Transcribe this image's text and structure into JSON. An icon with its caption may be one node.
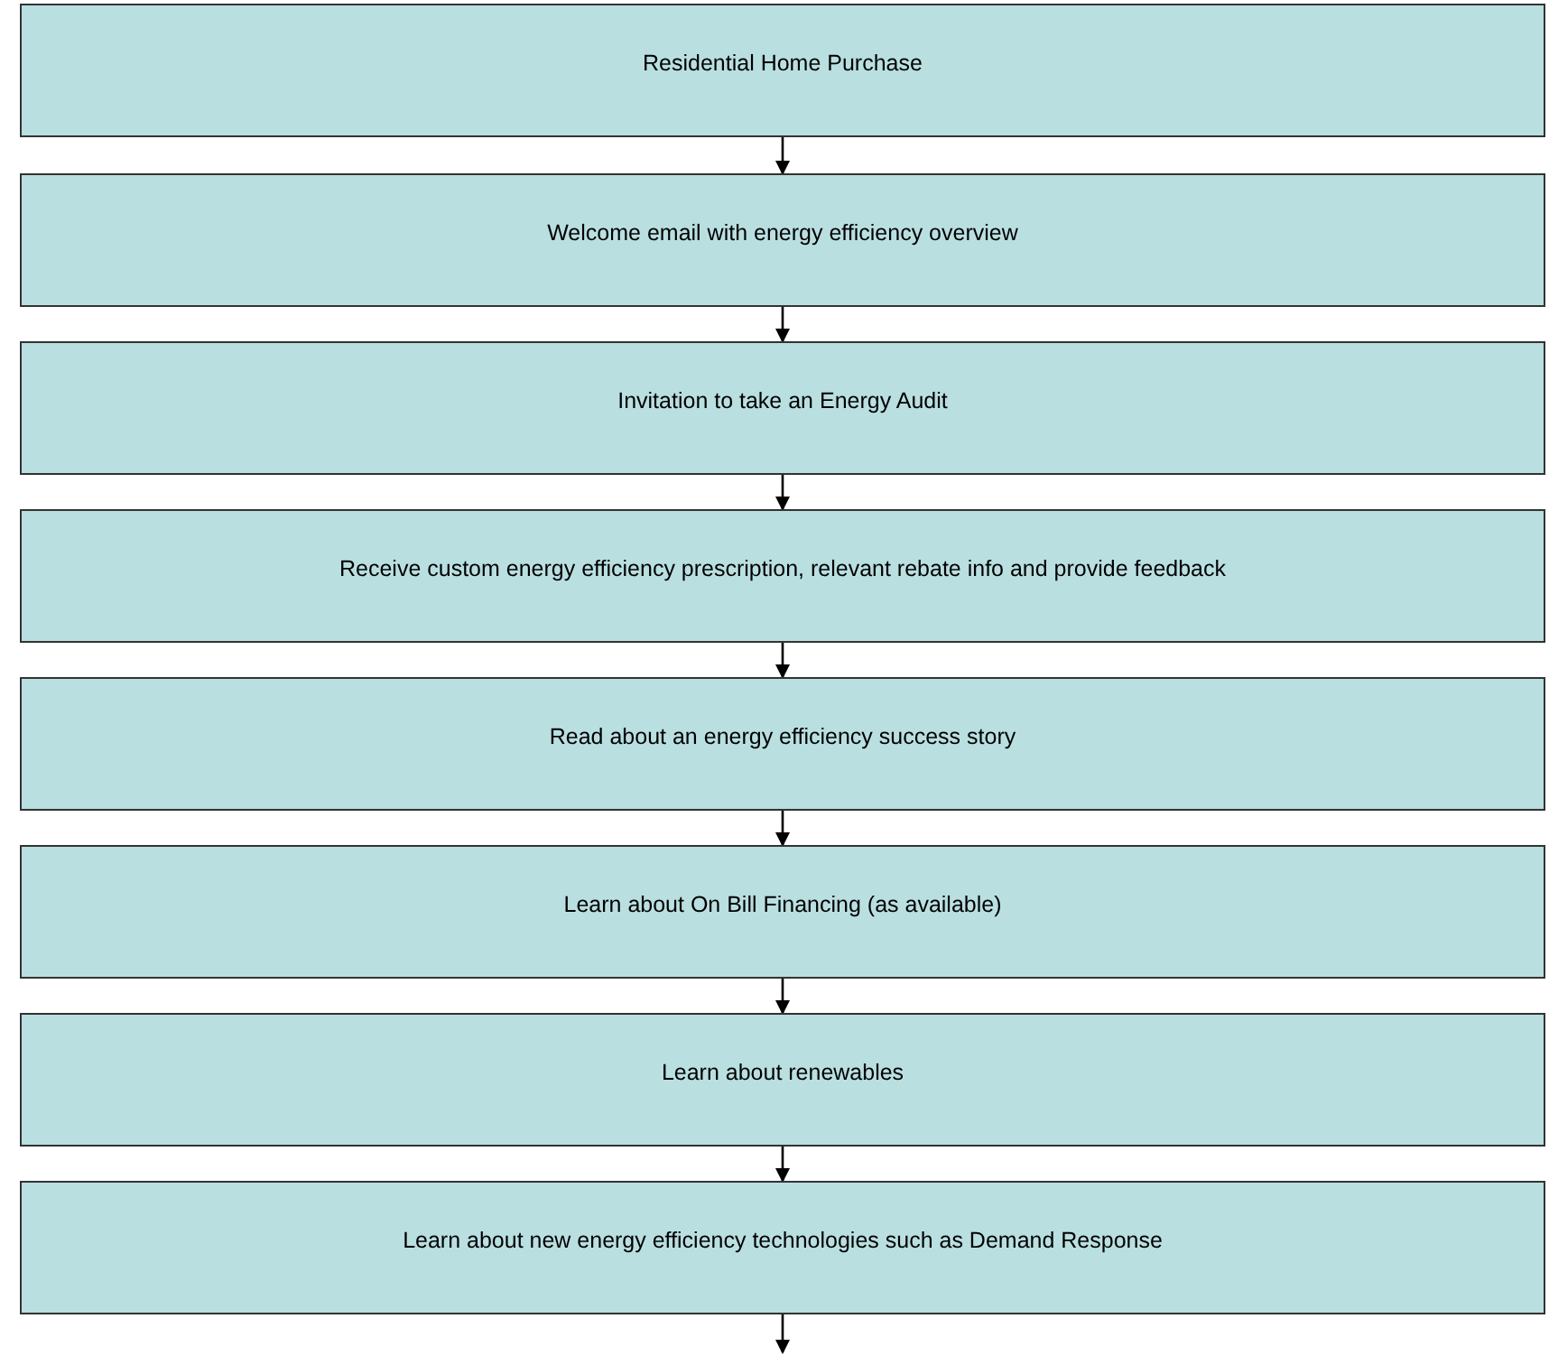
{
  "diagram": {
    "nodes": [
      {
        "text": [
          "Residential Home Purchase"
        ]
      },
      {
        "text": [
          "Welcome email with energy efficiency overview"
        ]
      },
      {
        "text": [
          "Invitation to take an Energy Audit"
        ]
      },
      {
        "text": [
          "Receive custom energy efficiency prescription, relevant rebate info and provide feedback"
        ]
      },
      {
        "text": [
          "Read about an energy efficiency success story"
        ]
      },
      {
        "text": [
          "Learn about On Bill Financing (as available)"
        ]
      },
      {
        "text": [
          "Learn about renewables"
        ]
      },
      {
        "text": [
          "Learn about new energy efficiency technologies such as Demand Response"
        ]
      }
    ],
    "edges": [
      {
        "from": 0,
        "to": 1,
        "arrow": "to"
      },
      {
        "from": 1,
        "to": 2,
        "arrow": "to"
      },
      {
        "from": 2,
        "to": 3,
        "arrow": "to"
      },
      {
        "from": 3,
        "to": 4,
        "arrow": "to"
      },
      {
        "from": 4,
        "to": 5,
        "arrow": "to"
      },
      {
        "from": 5,
        "to": 6,
        "arrow": "to"
      },
      {
        "from": 6,
        "to": 7,
        "arrow": "to"
      },
      {
        "from": 7,
        "to": null,
        "arrow": "to"
      }
    ]
  }
}
